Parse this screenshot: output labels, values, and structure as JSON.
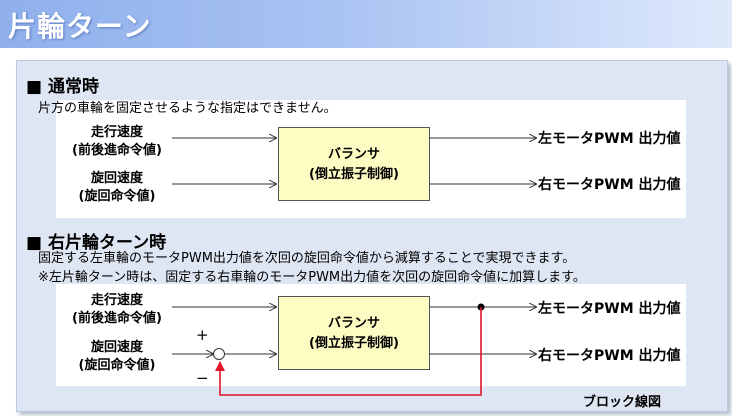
{
  "page_title": "片輪ターン",
  "section1": {
    "heading": "■ 通常時",
    "description": "片方の車輪を固定させるような指定はできません。",
    "input_speed": "走行速度",
    "input_speed_sub": "(前後進命令値)",
    "input_turn": "旋回速度",
    "input_turn_sub": "(旋回命令値)",
    "block_line1": "バランサ",
    "block_line2": "(倒立振子制御)",
    "output_left": "左モータPWM 出力値",
    "output_right": "右モータPWM 出力値"
  },
  "section2": {
    "heading": "■ 右片輪ターン時",
    "description1": "固定する左車輪のモータPWM出力値を次回の旋回命令値から減算することで実現できます。",
    "description2": "※左片輪ターン時は、固定する右車輪のモータPWM出力値を次回の旋回命令値に加算します。",
    "input_speed": "走行速度",
    "input_speed_sub": "(前後進命令値)",
    "input_turn": "旋回速度",
    "input_turn_sub": "(旋回命令値)",
    "plus_sign": "+",
    "minus_sign": "−",
    "block_line1": "バランサ",
    "block_line2": "(倒立振子制御)",
    "output_left": "左モータPWM 出力値",
    "output_right": "右モータPWM 出力値"
  },
  "caption": "ブロック線図",
  "colors": {
    "feedback": "#e0142a",
    "block_fill": "#fdfcc2",
    "title_bar": "#8fb0ec"
  }
}
